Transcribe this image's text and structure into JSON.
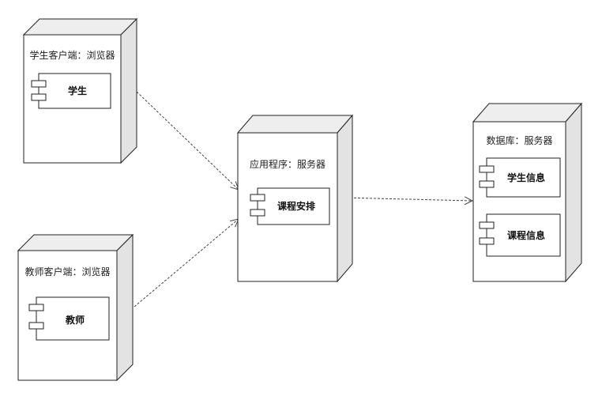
{
  "diagram": {
    "type": "uml-deployment",
    "nodes": [
      {
        "id": "student-client",
        "label": "学生客户端：浏览器",
        "components": [
          {
            "label": "学生"
          }
        ]
      },
      {
        "id": "teacher-client",
        "label": "教师客户端：浏览器",
        "components": [
          {
            "label": "教师"
          }
        ]
      },
      {
        "id": "app-server",
        "label": "应用程序：服务器",
        "components": [
          {
            "label": "课程安排"
          }
        ]
      },
      {
        "id": "database",
        "label": "数据库：服务器",
        "components": [
          {
            "label": "学生信息"
          },
          {
            "label": "课程信息"
          }
        ]
      }
    ],
    "connections": [
      {
        "from": "student-client",
        "to": "app-server",
        "style": "dashed"
      },
      {
        "from": "teacher-client",
        "to": "app-server",
        "style": "dashed"
      },
      {
        "from": "app-server",
        "to": "database",
        "style": "dashed"
      }
    ],
    "colors": {
      "node_fill": "#ffffff",
      "node_side": "#e3e3e3",
      "stroke": "#222222",
      "arrow": "#444444"
    }
  }
}
